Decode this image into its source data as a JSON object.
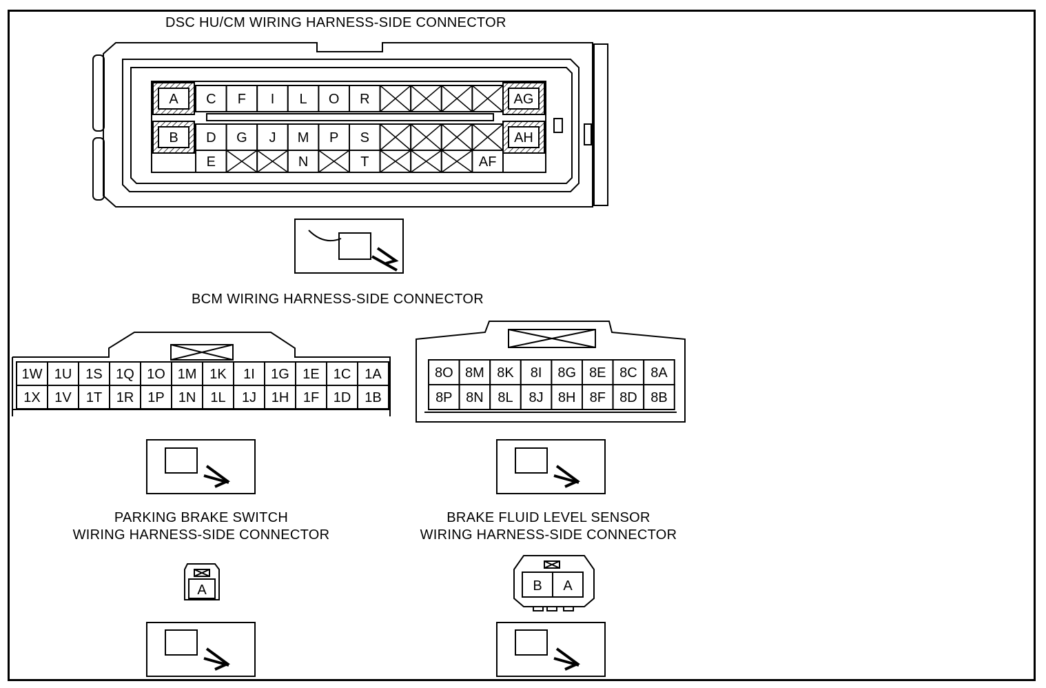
{
  "titles": {
    "dsc": "DSC HU/CM WIRING HARNESS-SIDE CONNECTOR",
    "bcm": "BCM WIRING HARNESS-SIDE CONNECTOR",
    "parking_line1": "PARKING BRAKE SWITCH",
    "parking_line2": "WIRING HARNESS-SIDE CONNECTOR",
    "fluid_line1": "BRAKE FLUID LEVEL SENSOR",
    "fluid_line2": "WIRING HARNESS-SIDE CONNECTOR"
  },
  "dsc_connector": {
    "top_left": "A",
    "bottom_left": "B",
    "top_right": "AG",
    "bottom_right": "AH",
    "row1": [
      "C",
      "F",
      "I",
      "L",
      "O",
      "R",
      "",
      "",
      "",
      ""
    ],
    "row2": [
      "D",
      "G",
      "J",
      "M",
      "P",
      "S",
      "",
      "",
      "",
      ""
    ],
    "row3": [
      "E",
      "",
      "",
      "N",
      "",
      "T",
      "",
      "",
      "",
      "AF"
    ]
  },
  "bcm_connector_1": {
    "row1": [
      "1W",
      "1U",
      "1S",
      "1Q",
      "1O",
      "1M",
      "1K",
      "1I",
      "1G",
      "1E",
      "1C",
      "1A"
    ],
    "row2": [
      "1X",
      "1V",
      "1T",
      "1R",
      "1P",
      "1N",
      "1L",
      "1J",
      "1H",
      "1F",
      "1D",
      "1B"
    ]
  },
  "bcm_connector_2": {
    "row1": [
      "8O",
      "8M",
      "8K",
      "8I",
      "8G",
      "8E",
      "8C",
      "8A"
    ],
    "row2": [
      "8P",
      "8N",
      "8L",
      "8J",
      "8H",
      "8F",
      "8D",
      "8B"
    ]
  },
  "parking_connector": {
    "pins": [
      "A"
    ]
  },
  "fluid_connector": {
    "pins": [
      "B",
      "A"
    ]
  }
}
